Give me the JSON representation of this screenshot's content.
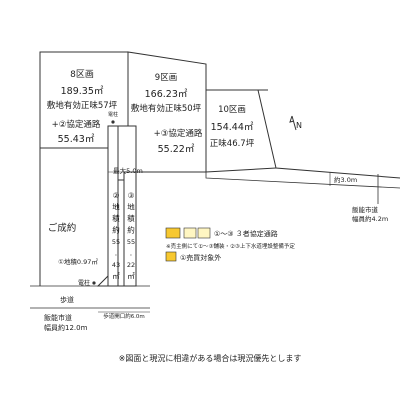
{
  "lots": {
    "lot8": {
      "name": "8区画",
      "area": "189.35㎡",
      "area_tsubo": "敷地有効正味57坪",
      "shared": "+②協定通路",
      "shared_area": "55.43㎡"
    },
    "lot9": {
      "name": "9区画",
      "area": "166.23㎡",
      "area_tsubo": "敷地有効正味50坪",
      "shared": "+③協定通路",
      "shared_area": "55.22㎡"
    },
    "lot10": {
      "name": "10区画",
      "area": "154.44㎡",
      "area_tsubo": "正味46.7坪"
    }
  },
  "status": {
    "sold": "ご成約"
  },
  "passages": {
    "p2": {
      "chars": [
        "②",
        "地",
        "積",
        "約",
        "55",
        ".",
        "43",
        "㎡"
      ]
    },
    "p3": {
      "chars": [
        "③",
        "地",
        "積",
        "約",
        "55",
        ".",
        "22",
        "㎡"
      ]
    },
    "width": "最大5.0m",
    "utility_pole": "電柱"
  },
  "p1": {
    "area": "①地積0.97㎡",
    "pole": "電柱"
  },
  "legend": {
    "agreement": "①～③ ３者協定通路",
    "note": "※売主側にて①～③舗装・②③上下水道埋設整備予定",
    "sale": "①売買対象外"
  },
  "roads": {
    "sidewalk": "歩道",
    "bottom_road_name": "飯能市道",
    "bottom_road_width": "幅員約12.0m",
    "frontage": "歩道開口約6.0m",
    "right_road_name": "飯能市道",
    "right_road_width": "幅員約4.2m",
    "right_dim": "約3.0m"
  },
  "compass": {
    "label": "N"
  },
  "footer": {
    "note": "※図面と現況に相違がある場合は現況優先とします"
  },
  "colors": {
    "sold_lot": "#d8eaa7",
    "passage": "#fff6c2",
    "passage_target_excluded": "#f7c830",
    "line": "#333333"
  }
}
